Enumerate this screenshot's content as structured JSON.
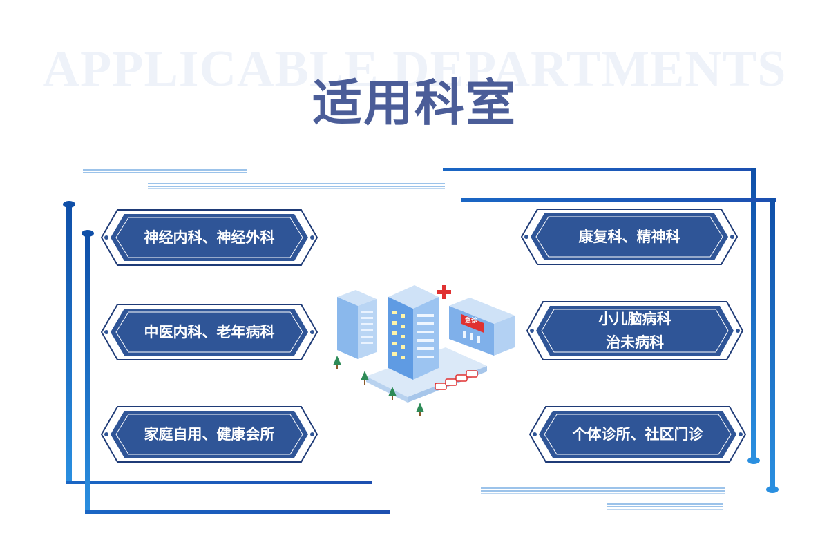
{
  "header": {
    "background_text": "APPLICABLE DEPARTMENTS",
    "title": "适用科室"
  },
  "departments": {
    "left": [
      {
        "label": "神经内科、神经外科"
      },
      {
        "label": "中医内科、老年病科"
      },
      {
        "label": "家庭自用、健康会所"
      }
    ],
    "right": [
      {
        "label": "康复科、精神科"
      },
      {
        "label_line1": "小儿脑病科",
        "label_line2": "治未病科"
      },
      {
        "label": "个体诊所、社区门诊"
      }
    ]
  },
  "illustration": {
    "icon": "hospital-building-icon",
    "sign_text": "急诊"
  },
  "colors": {
    "title": "#4b5d98",
    "badge_fill": "#2f5597",
    "badge_border": "#1f3b77",
    "frame_blue": "#1a6fcf",
    "stripe_blue": "#9cc3ea",
    "bg_text": "#eef2f9"
  }
}
